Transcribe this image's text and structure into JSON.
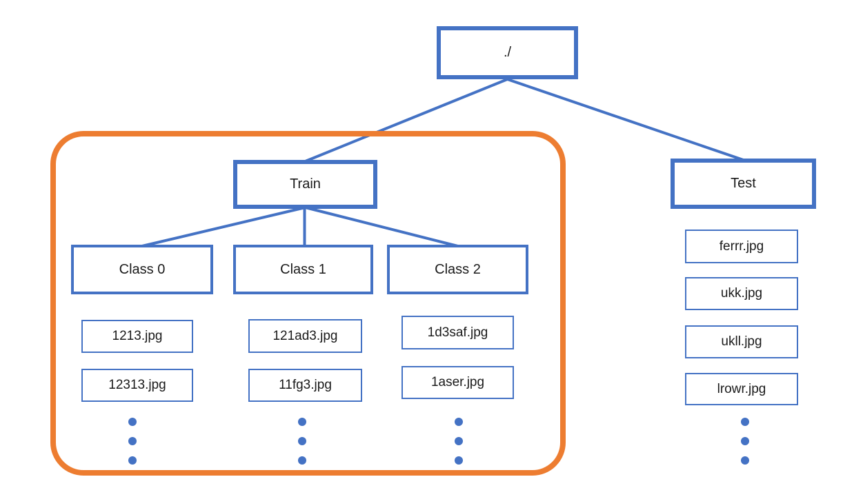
{
  "colors": {
    "box_border_blue": "#4472C4",
    "highlight_orange": "#ED7D31",
    "text": "#1a1a1a",
    "background": "#ffffff"
  },
  "icons": {
    "ellipsis_dots": "vertical three-dot ellipsis (more items)"
  },
  "tree": {
    "root": {
      "label": "./"
    },
    "train": {
      "label": "Train",
      "classes": [
        {
          "label": "Class 0",
          "files": [
            "1213.jpg",
            "12313.jpg"
          ]
        },
        {
          "label": "Class 1",
          "files": [
            "121ad3.jpg",
            "11fg3.jpg"
          ]
        },
        {
          "label": "Class 2",
          "files": [
            "1d3saf.jpg",
            "1aser.jpg"
          ]
        }
      ]
    },
    "test": {
      "label": "Test",
      "files": [
        "ferrr.jpg",
        "ukk.jpg",
        "ukll.jpg",
        "lrowr.jpg"
      ]
    }
  }
}
